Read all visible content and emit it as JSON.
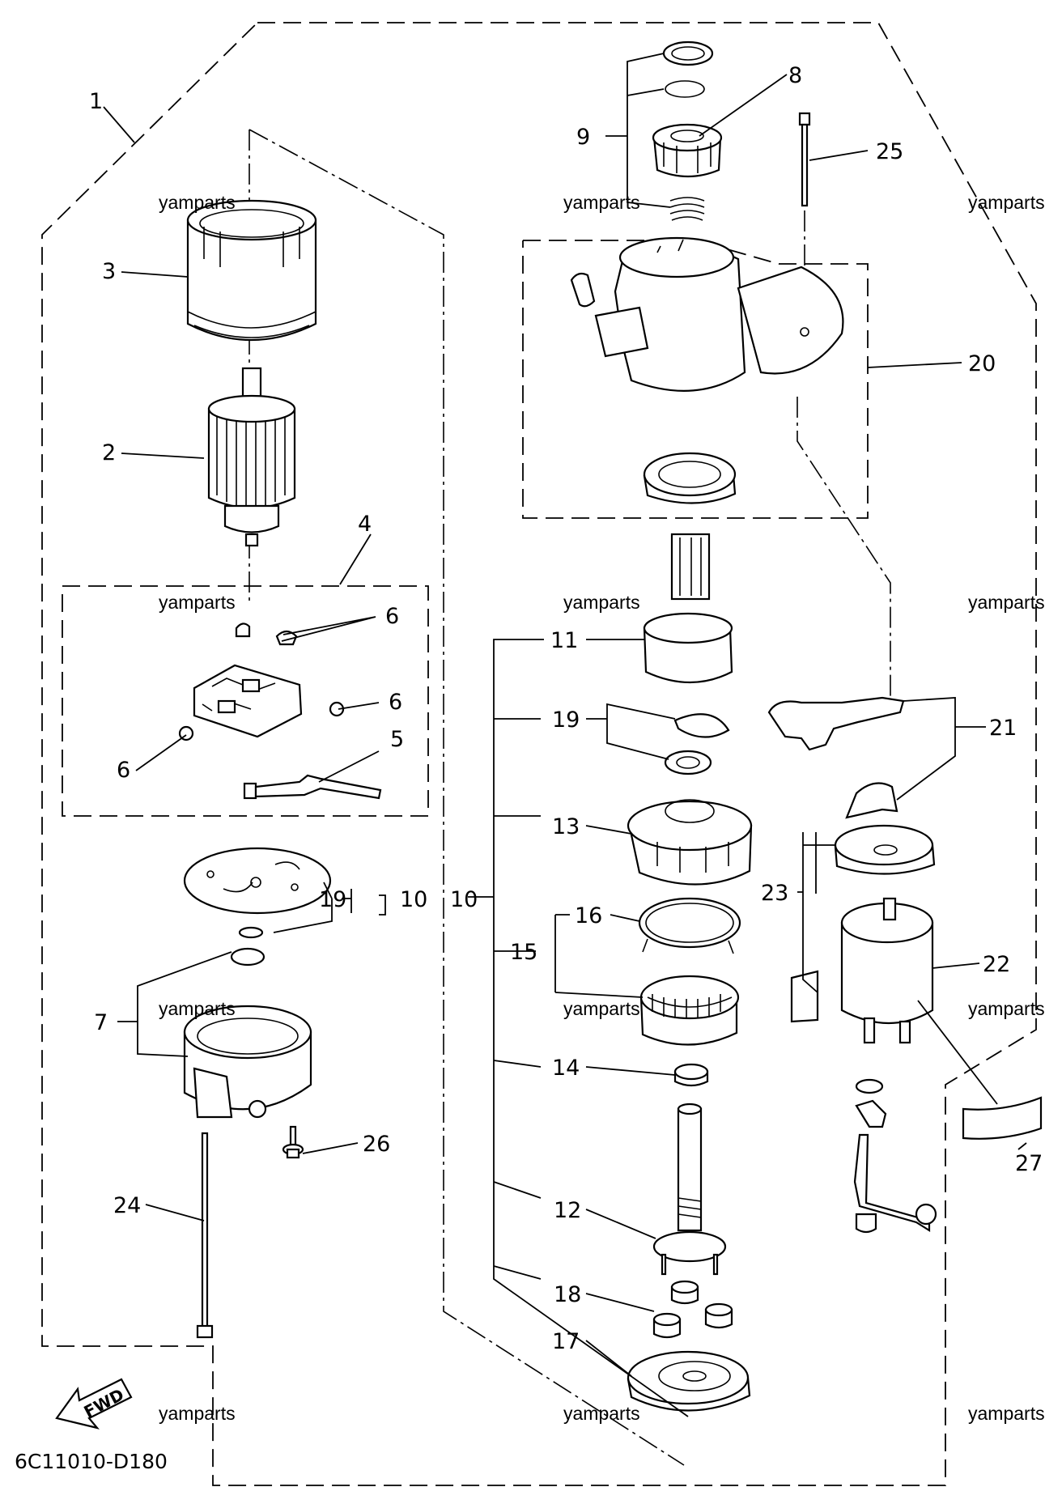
{
  "diagram": {
    "code": "6C11010-D180",
    "fwd_label": "FWD",
    "watermark": "yamparts",
    "callouts": {
      "c1": "1",
      "c2": "2",
      "c3": "3",
      "c4": "4",
      "c5": "5",
      "c6a": "6",
      "c6b": "6",
      "c6c": "6",
      "c7": "7",
      "c8": "8",
      "c9": "9",
      "c10a": "10",
      "c10b": "10",
      "c11": "11",
      "c12": "12",
      "c13": "13",
      "c14": "14",
      "c15": "15",
      "c16": "16",
      "c17": "17",
      "c18": "18",
      "c19a": "19",
      "c19b": "19",
      "c20": "20",
      "c21": "21",
      "c22": "22",
      "c23": "23",
      "c24": "24",
      "c25": "25",
      "c26": "26",
      "c27": "27"
    }
  }
}
